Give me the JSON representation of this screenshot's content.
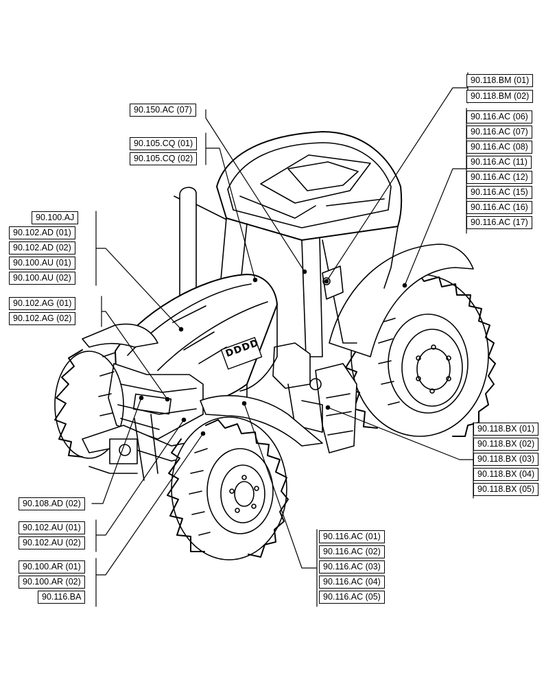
{
  "labels": {
    "bm01": "90.118.BM (01)",
    "bm02": "90.118.BM (02)",
    "ac150_07": "90.150.AC (07)",
    "cq01": "90.105.CQ (01)",
    "cq02": "90.105.CQ (02)",
    "ac06": "90.116.AC (06)",
    "ac07": "90.116.AC (07)",
    "ac08": "90.116.AC (08)",
    "ac11": "90.116.AC (11)",
    "ac12": "90.116.AC (12)",
    "ac15": "90.116.AC (15)",
    "ac16": "90.116.AC (16)",
    "ac17": "90.116.AC (17)",
    "aj": "90.100.AJ",
    "ad01": "90.102.AD (01)",
    "ad02": "90.102.AD (02)",
    "au01": "90.100.AU (01)",
    "au02": "90.100.AU (02)",
    "ag01": "90.102.AG (01)",
    "ag02": "90.102.AG (02)",
    "bx01": "90.118.BX (01)",
    "bx02": "90.118.BX (02)",
    "bx03": "90.118.BX (03)",
    "bx04": "90.118.BX (04)",
    "bx05": "90.118.BX (05)",
    "ad108_02": "90.108.AD (02)",
    "pau01": "90.102.AU (01)",
    "pau02": "90.102.AU (02)",
    "ar01": "90.100.AR (01)",
    "ar02": "90.100.AR (02)",
    "ba": "90.116.BA",
    "ac01": "90.116.AC (01)",
    "ac02": "90.116.AC (02)",
    "ac03": "90.116.AC (03)",
    "ac04": "90.116.AC (04)",
    "ac05": "90.116.AC (05)"
  },
  "badge_text": "DDDD"
}
